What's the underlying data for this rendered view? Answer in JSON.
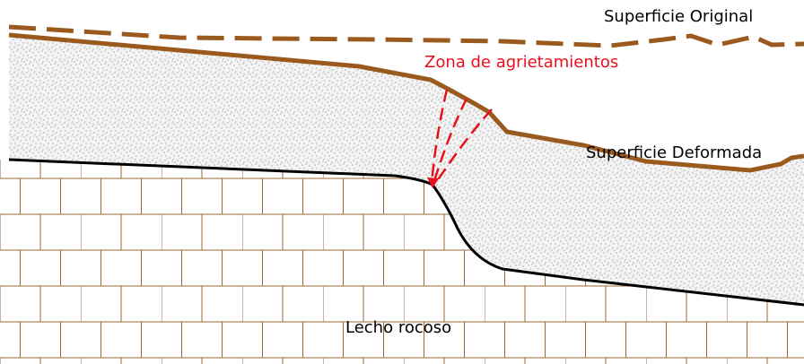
{
  "labels": {
    "original_surface": "Superficie Original",
    "deformed_surface": "Superficie Deformada",
    "crack_zone": "Zona de agrietamientos",
    "bedrock": "Lecho rocoso"
  },
  "colors": {
    "surface_line": "#9a5a1e",
    "crack_line": "#e8101c",
    "bedrock_line": "#000000",
    "brick_line": "#9a6a3a",
    "soil_fill": "#f4f4f4",
    "soil_speckle": "#4a4a4a",
    "background": "#ffffff"
  }
}
